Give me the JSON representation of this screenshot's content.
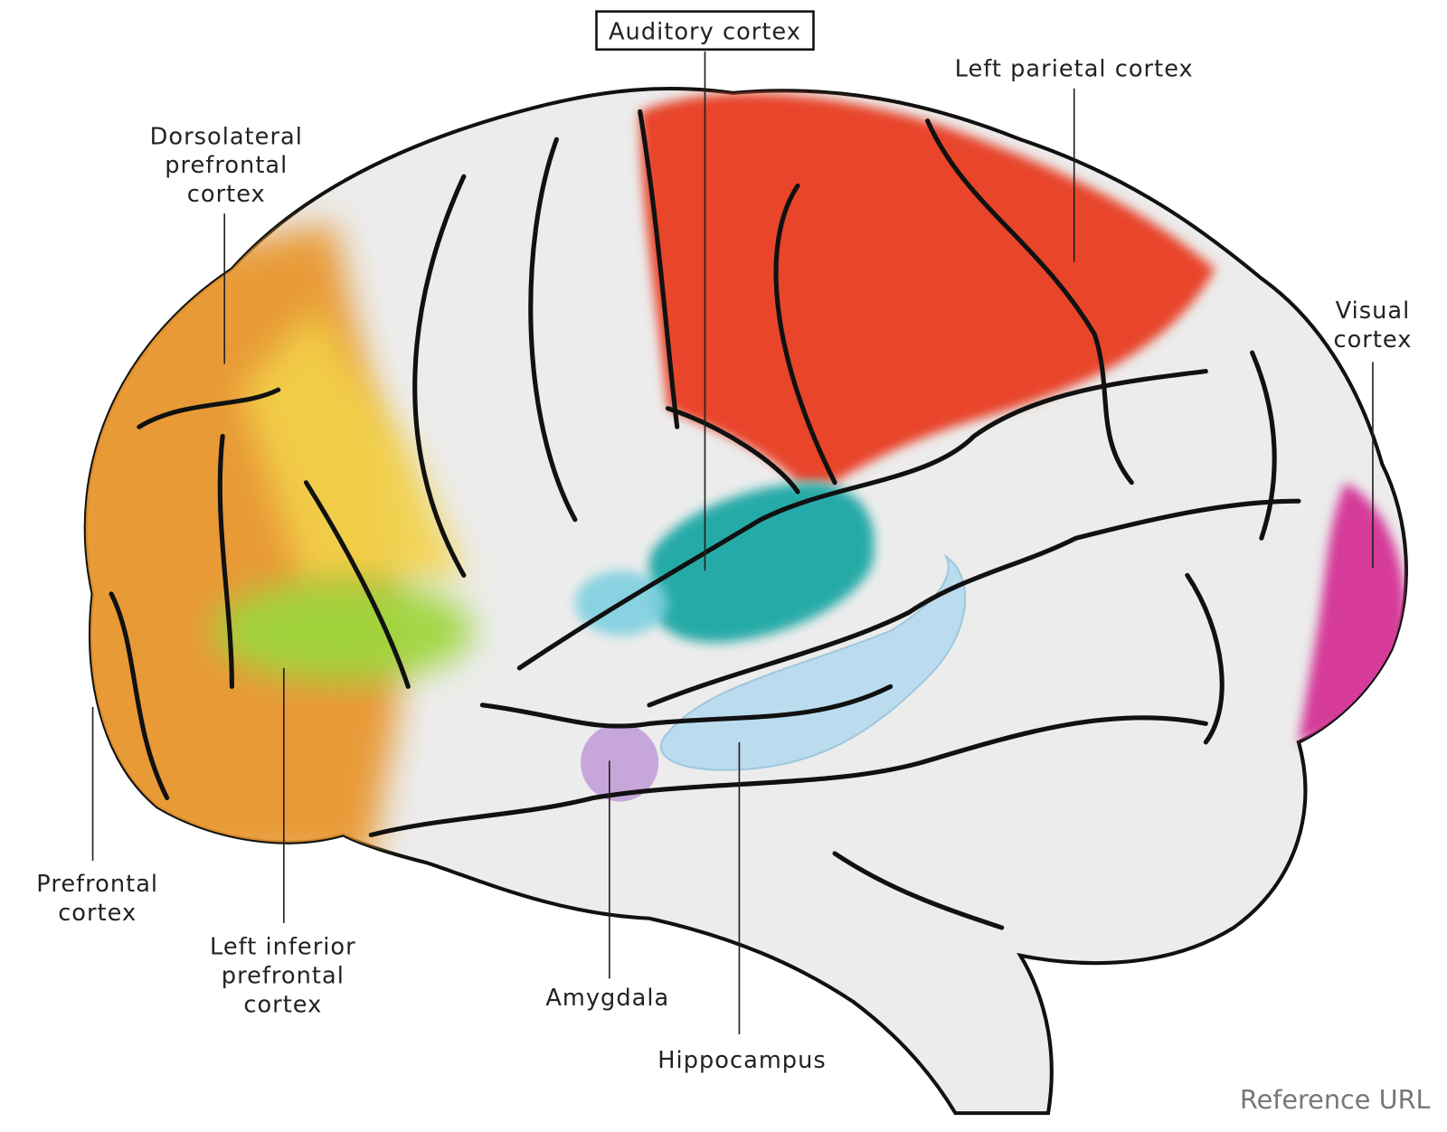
{
  "title_boxed": "Auditory cortex",
  "labels": {
    "left_parietal": "Left parietal cortex",
    "dorsolateral": [
      "Dorsolateral",
      "prefrontal",
      "cortex"
    ],
    "visual": [
      "Visual",
      "cortex"
    ],
    "prefrontal": [
      "Prefrontal",
      "cortex"
    ],
    "left_inferior": [
      "Left inferior",
      "prefrontal",
      "cortex"
    ],
    "amygdala": "Amygdala",
    "hippocampus": "Hippocampus"
  },
  "watermark": "Reference URL",
  "colors": {
    "parietal": "#e8452c",
    "prefrontal": "#e8962e",
    "dorsolateral": "#f2d24a",
    "inferior": "#9fd63c",
    "auditory": "#1fa7a4",
    "visual": "#d63a9a",
    "amygdala": "#c7a6dc",
    "hippocampus": "#b9dcf0"
  }
}
